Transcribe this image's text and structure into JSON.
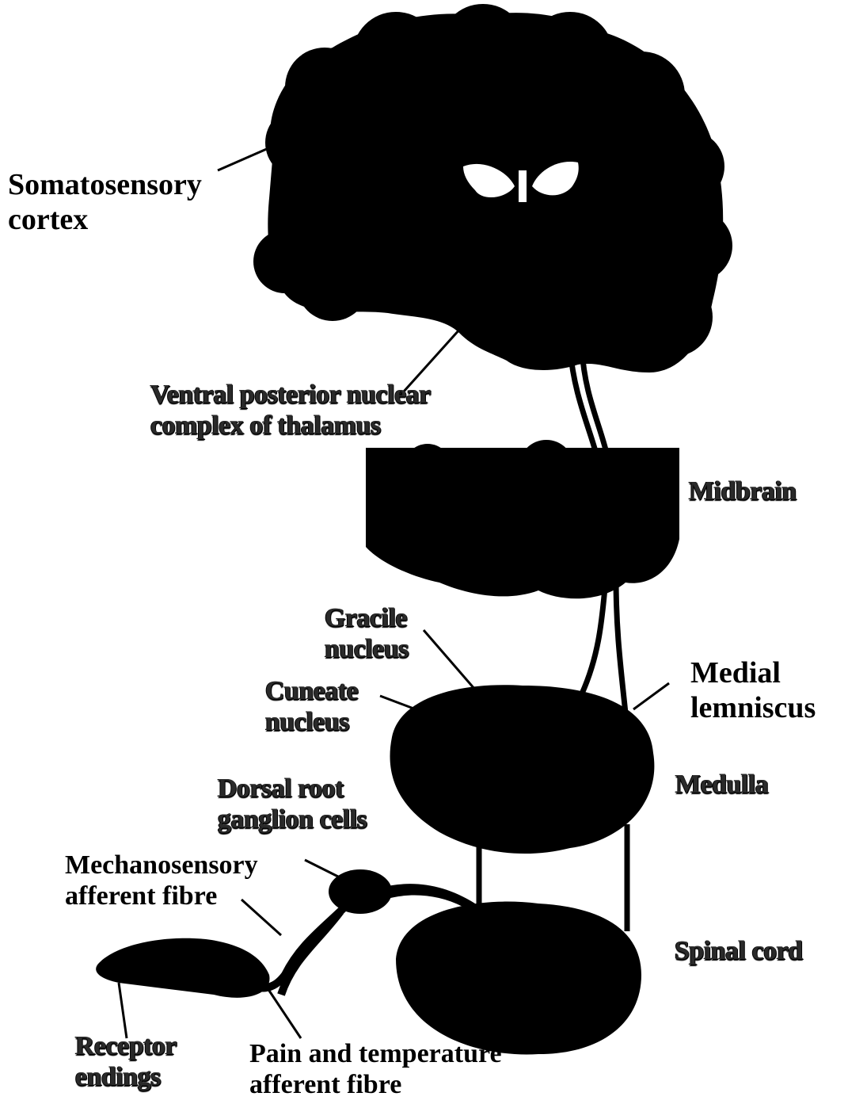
{
  "colors": {
    "structure": "#000000",
    "background": "#ffffff",
    "highlight": "#ffffff"
  },
  "labels": {
    "somatosensory_cortex": [
      "Somatosensory",
      "cortex"
    ],
    "ventral_posterior": [
      "Ventral posterior nuclear",
      "complex of thalamus"
    ],
    "midbrain": [
      "Midbrain"
    ],
    "gracile_nucleus": [
      "Gracile",
      "nucleus"
    ],
    "cuneate_nucleus": [
      "Cuneate",
      "nucleus"
    ],
    "medial_lemniscus": [
      "Medial",
      "lemniscus"
    ],
    "medulla": [
      "Medulla"
    ],
    "dorsal_root": [
      "Dorsal root",
      "ganglion cells"
    ],
    "mechanosensory": [
      "Mechanosensory",
      "afferent fibre"
    ],
    "spinal_cord": [
      "Spinal cord"
    ],
    "receptor_endings": [
      "Receptor",
      "endings"
    ],
    "pain_temperature": [
      "Pain and temperature",
      "afferent fibre"
    ]
  }
}
